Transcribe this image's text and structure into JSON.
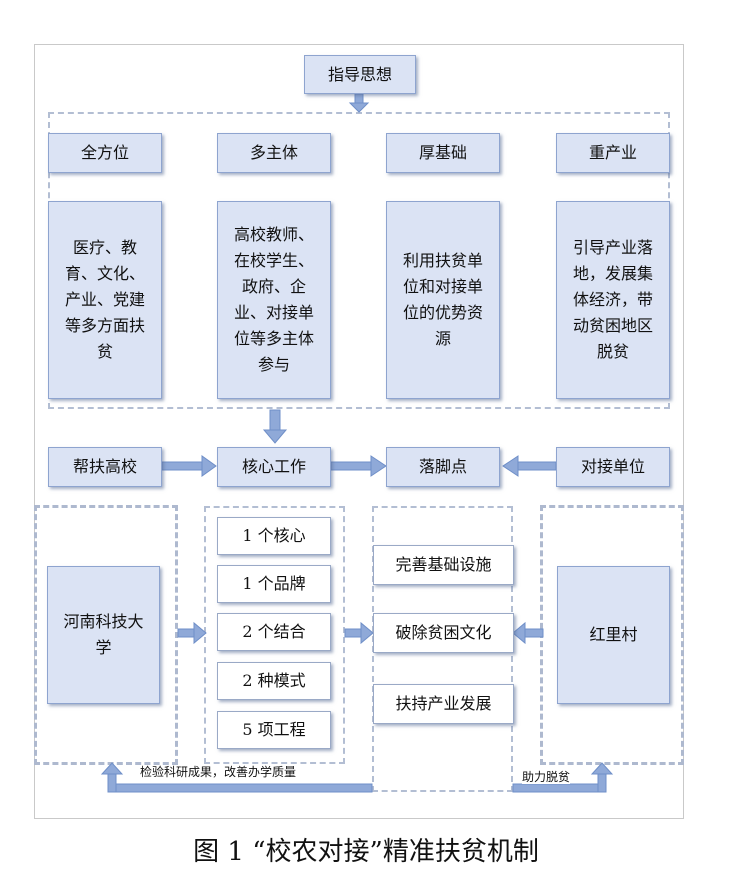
{
  "guiding": "指导思想",
  "principles": [
    {
      "header": "全方位",
      "desc": "医疗、教育、文化、产业、党建等多方面扶贫"
    },
    {
      "header": "多主体",
      "desc": "高校教师、在校学生、政府、企业、对接单位等多主体参与"
    },
    {
      "header": "厚基础",
      "desc": "利用扶贫单位和对接单位的优势资源"
    },
    {
      "header": "重产业",
      "desc": "引导产业落地，发展集体经济，带动贫困地区脱贫"
    }
  ],
  "row_labels": {
    "support_university": "帮扶高校",
    "core_work": "核心工作",
    "foothold": "落脚点",
    "paired_unit": "对接单位"
  },
  "university": "河南科技大学",
  "village": "红里村",
  "core_items": [
    "1 个核心",
    "1 个品牌",
    "2 个结合",
    "2 种模式",
    "5 项工程"
  ],
  "foothold_items": [
    "完善基础设施",
    "破除贫困文化",
    "扶持产业发展"
  ],
  "feedback": {
    "left_note": "检验科研成果，改善办学质量",
    "right_note": "助力脱贫"
  },
  "caption": "图 1  “校农对接”精准扶贫机制",
  "colors": {
    "box_fill": "#dbe3f4",
    "box_border": "#8ea4cf",
    "arrow": "#7f9fd6"
  }
}
